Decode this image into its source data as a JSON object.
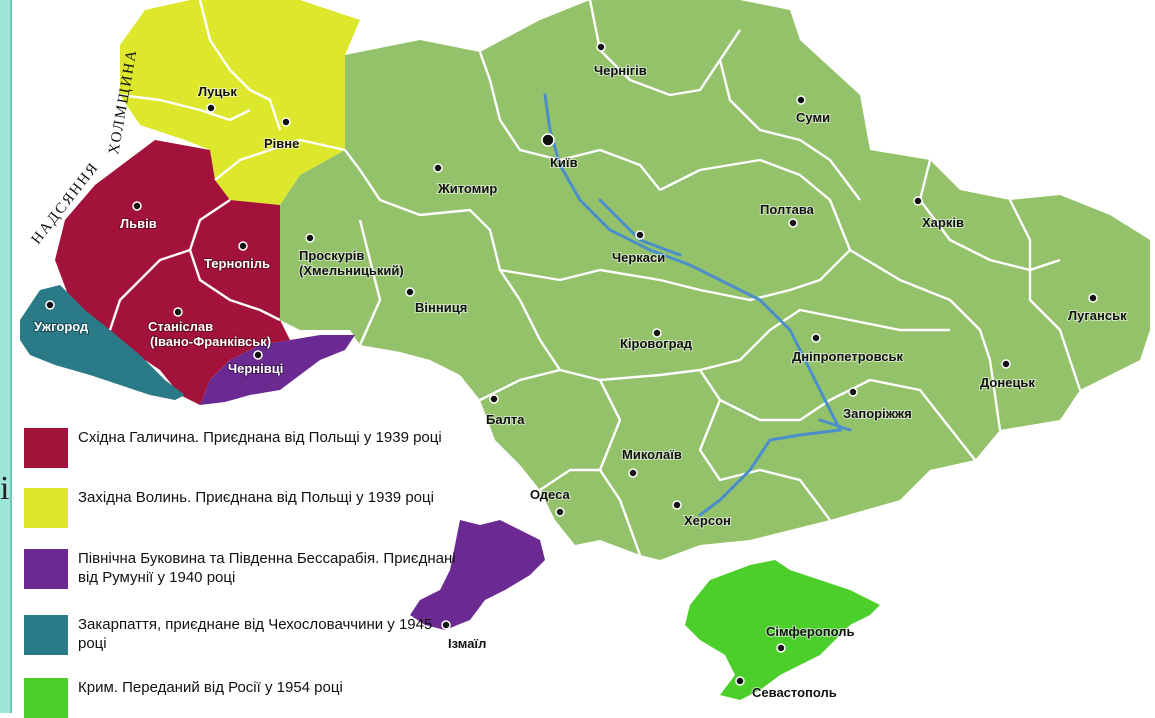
{
  "stray_glyph": "і",
  "historical": {
    "kholmshchyna": "ХОЛМЩИНА",
    "nadsiannia": "НАДСЯННЯ"
  },
  "colors": {
    "galicia": "#a3123a",
    "volyn": "#dde82c",
    "bukovina": "#6b2a92",
    "zakarpattia": "#2a7a88",
    "crimea": "#4ccf2a",
    "ussr1939": "#93c26a"
  },
  "cities": {
    "lutsk": "Луцьк",
    "rivne": "Рівне",
    "lviv": "Львів",
    "ternopil": "Тернопіль",
    "uzhhorod": "Ужгород",
    "stanislav": "Станіслав",
    "stanislav_alt": "(Івано-Франківськ)",
    "chernivtsi": "Чернівці",
    "chernihiv": "Чернігів",
    "sumy": "Суми",
    "kyiv": "Київ",
    "zhytomyr": "Житомир",
    "poltava": "Полтава",
    "kharkiv": "Харків",
    "proskuriv": "Проскурів",
    "proskuriv_alt": "(Хмельницький)",
    "cherkasy": "Черкаси",
    "vinnytsia": "Вінниця",
    "luhansk": "Луганськ",
    "kirovohrad": "Кіровоград",
    "dnipropetrovsk": "Дніпропетровськ",
    "donetsk": "Донецьк",
    "balta": "Балта",
    "zaporizhzhia": "Запоріжжя",
    "mykolaiv": "Миколаїв",
    "odesa": "Одеса",
    "kherson": "Херсон",
    "izmail": "Ізмаїл",
    "simferopol": "Сімферополь",
    "sevastopol": "Севастополь"
  },
  "legend": [
    {
      "color": "#a3123a",
      "text": "Східна Галичина. Приєднана від Польщі у 1939 році"
    },
    {
      "color": "#dde82c",
      "text": "Західна Волинь. Приєднана від Польщі у 1939 році"
    },
    {
      "color": "#6b2a92",
      "text": "Північна Буковина та Південна Бессарабія. Приєднані від Румунії у 1940 році"
    },
    {
      "color": "#2a7a88",
      "text": "Закарпаття, приєднане від Чехословаччини у 1945 році"
    },
    {
      "color": "#4ccf2a",
      "text": "Крим. Переданий від Росії у 1954 році"
    }
  ]
}
